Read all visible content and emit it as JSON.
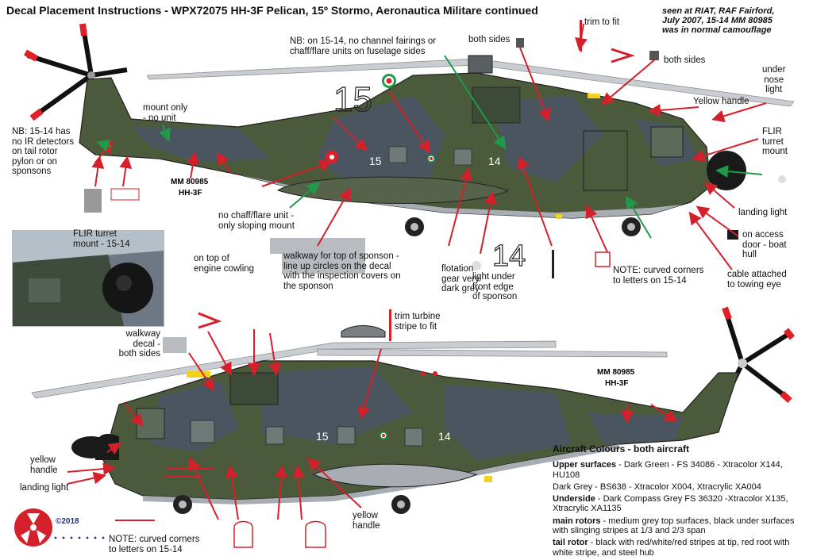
{
  "title": "Decal Placement Instructions - WPX72075 HH-3F Pelican, 15º Stormo, Aeronautica Militare continued",
  "seen_note": [
    "seen at RIAT, RAF Fairford,",
    "July 2007, 15-14 MM 80985",
    "was in normal camouflage"
  ],
  "callouts": {
    "trim_to_fit": "trim to fit",
    "nb_fairings": [
      "NB: on 15-14, no channel fairings or",
      "chaff/flare units on fuselage sides"
    ],
    "both_sides_1": "both sides",
    "both_sides_2": "both sides",
    "under_nose_light": [
      "under",
      "nose",
      "light"
    ],
    "yellow_handle_top": "Yellow handle",
    "flir_turret_mount": [
      "FLIR",
      "turret",
      "mount"
    ],
    "mount_only": [
      "mount only",
      "- no unit"
    ],
    "nb_ir": [
      "NB: 15-14 has",
      "no IR detectors",
      "on tail rotor",
      "pylon or on",
      "sponsons"
    ],
    "no_chaff": [
      "no chaff/flare unit -",
      "only sloping mount"
    ],
    "landing_light_top": "landing light",
    "access_door": [
      "on access",
      "door - boat",
      "hull"
    ],
    "flir_photo": [
      "FLIR turret",
      "mount - 15-14"
    ],
    "engine_cowling": [
      "on top of",
      "engine cowling"
    ],
    "walkway_sponson": [
      "walkway for top of sponson -",
      "line up circles on the decal",
      "with the inspection covers on",
      "the sponson"
    ],
    "flotation": [
      "flotation",
      "gear very",
      "dark grey"
    ],
    "light_under": [
      "light under",
      "front edge",
      "of sponson"
    ],
    "note_curved_top": [
      "NOTE: curved corners",
      "to letters on 15-14"
    ],
    "cable": [
      "cable attached",
      "to towing eye"
    ],
    "trim_turbine": [
      "trim turbine",
      "stripe to fit"
    ],
    "walkway_decal": [
      "walkway",
      "decal -",
      "both sides"
    ],
    "yellow_handle_left": [
      "yellow",
      "handle"
    ],
    "landing_light_bottom": "landing light",
    "yellow_handle_bottom": [
      "yellow",
      "handle"
    ],
    "note_curved_bottom": [
      "NOTE: curved corners",
      "to letters on 15-14"
    ]
  },
  "markings": {
    "big_15": "15",
    "big_14": "14",
    "code_15": "15",
    "code_14": "14",
    "serial_top": "MM 80985",
    "type_top": "HH-3F",
    "serial_bottom": "MM 80985",
    "type_bottom": "HH-3F"
  },
  "colours": {
    "heading": "Aircraft Colours - both aircraft",
    "upper_label": "Upper surfaces",
    "upper_text": " - Dark Green - FS 34086 - Xtracolor X144, HU108",
    "dark_grey": "Dark Grey - BS638 - Xtracolor X004, Xtracrylic XA004",
    "underside_label": "Underside",
    "underside_text": " - Dark Compass Grey FS 36320 -Xtracolor X135, Xtracrylic XA1135",
    "main_rotors_label": "main rotors",
    "main_rotors_text": " - medium grey top surfaces, black under surfaces with slinging stripes at 1/3 and 2/3 span",
    "tail_rotor_label": "tail rotor",
    "tail_rotor_text": " - black with red/white/red stripes at tip, red root with white stripe, and steel hub"
  },
  "copyright": "©2018",
  "palette": {
    "dark_green": "#4a5a3a",
    "dark_grey": "#4b5560",
    "underside_grey": "#a7adb3",
    "arrow_red": "#d3202a",
    "arrow_green": "#1f9a4a",
    "rotor_red": "#e01f26"
  }
}
